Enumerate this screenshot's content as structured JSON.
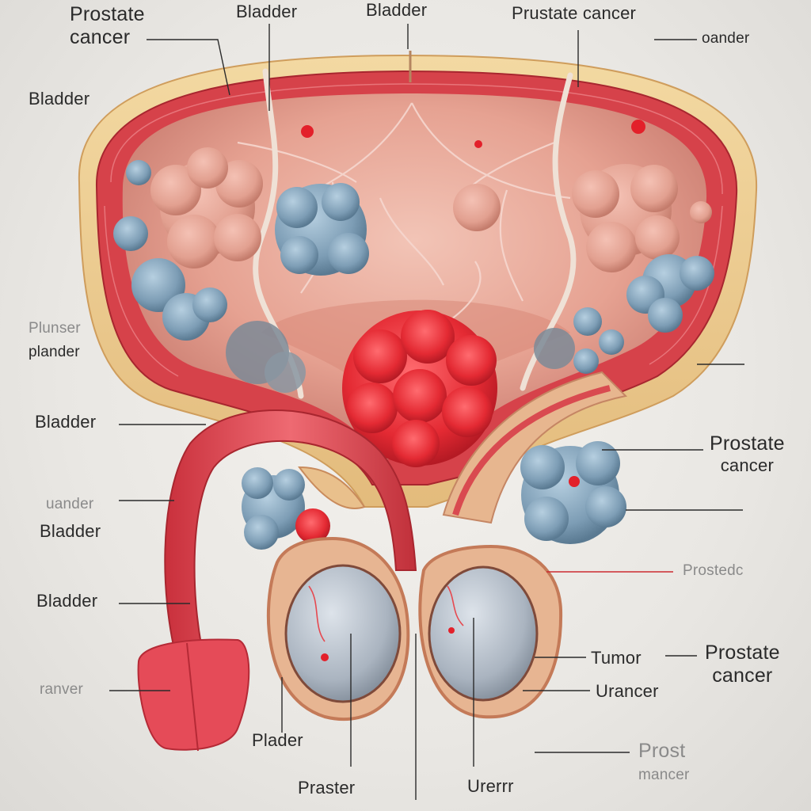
{
  "labels": {
    "top_left_prostate_cancer_1": "Prostate",
    "top_left_prostate_cancer_2": "cancer",
    "top_bladder_1": "Bladder",
    "top_bladder_2": "Bladder",
    "top_right_prostate_cancer": "Prustate cancer",
    "top_right_oander": "oander",
    "left_bladder_1": "Bladder",
    "left_plunser_1": "Plunser",
    "left_plunser_2": "plander",
    "left_bladder_2": "Bladder",
    "left_uander": "uander",
    "left_bladder_3": "Bladder",
    "left_bladder_4": "Bladder",
    "left_ranver": "ranver",
    "bottom_plader": "Plader",
    "bottom_praster": "Praster",
    "bottom_urerrr": "Urerrr",
    "right_prostate_cancer_1": "Prostate",
    "right_prostate_cancer_2": "cancer",
    "right_prostedc": "Prostedc",
    "right_tumor": "Tumor",
    "right_prostate_cancer_3": "Prostate",
    "right_prostate_cancer_4": "cancer",
    "right_urancer": "Urancer",
    "right_prostate_faint_1": "Prost",
    "right_prostate_faint_2": "mancer"
  },
  "colors": {
    "tissue_outer": "#e8c58a",
    "muscle_wall": "#d6424a",
    "bladder_interior": "#e9a99a",
    "tumor_red": "#e8323b",
    "tumor_blue": "#7f9fb8",
    "tumor_pink": "#e3a396",
    "testis_grey": "#b9c1cb",
    "leader_line": "#2b2b2b"
  }
}
